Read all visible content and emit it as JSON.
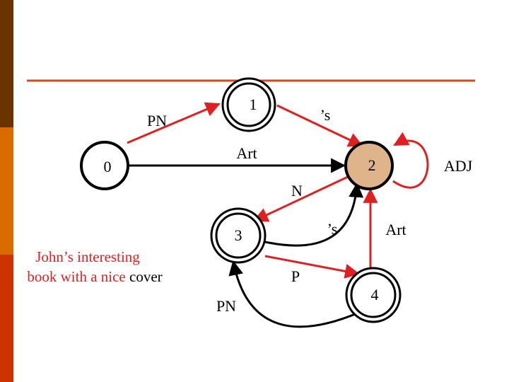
{
  "colors": {
    "sidebar_top": "#6b3300",
    "sidebar_mid": "#d96b00",
    "sidebar_bottom": "#cc3300",
    "rule": "#d94a1a",
    "edge_red": "#e02020",
    "edge_black": "#000000",
    "final_state_fill": "#e0b48a",
    "caption_red": "#e02020"
  },
  "states": [
    {
      "id": "s0",
      "label": "0",
      "kind": "start"
    },
    {
      "id": "s1",
      "label": "1",
      "kind": "double"
    },
    {
      "id": "s2",
      "label": "2",
      "kind": "final"
    },
    {
      "id": "s3",
      "label": "3",
      "kind": "double"
    },
    {
      "id": "s4",
      "label": "4",
      "kind": "double"
    }
  ],
  "edges": [
    {
      "id": "e01",
      "from": "0",
      "to": "1",
      "label": "PN",
      "color": "red"
    },
    {
      "id": "e12",
      "from": "1",
      "to": "2",
      "label": "’s",
      "color": "red"
    },
    {
      "id": "e02",
      "from": "0",
      "to": "2",
      "label": "Art",
      "color": "black"
    },
    {
      "id": "e22",
      "from": "2",
      "to": "2",
      "label": "ADJ",
      "color": "red"
    },
    {
      "id": "e23",
      "from": "2",
      "to": "3",
      "label": "N",
      "color": "red"
    },
    {
      "id": "e32",
      "from": "3",
      "to": "2",
      "label": "’s",
      "color": "black"
    },
    {
      "id": "e34",
      "from": "3",
      "to": "4",
      "label": "P",
      "color": "red"
    },
    {
      "id": "e42",
      "from": "4",
      "to": "2",
      "label": "Art",
      "color": "red"
    },
    {
      "id": "e43",
      "from": "4",
      "to": "3",
      "label": "PN",
      "color": "black"
    }
  ],
  "caption": {
    "line1": "John’s interesting",
    "line2_red": "book with a nice",
    "line2_black": "cover"
  }
}
